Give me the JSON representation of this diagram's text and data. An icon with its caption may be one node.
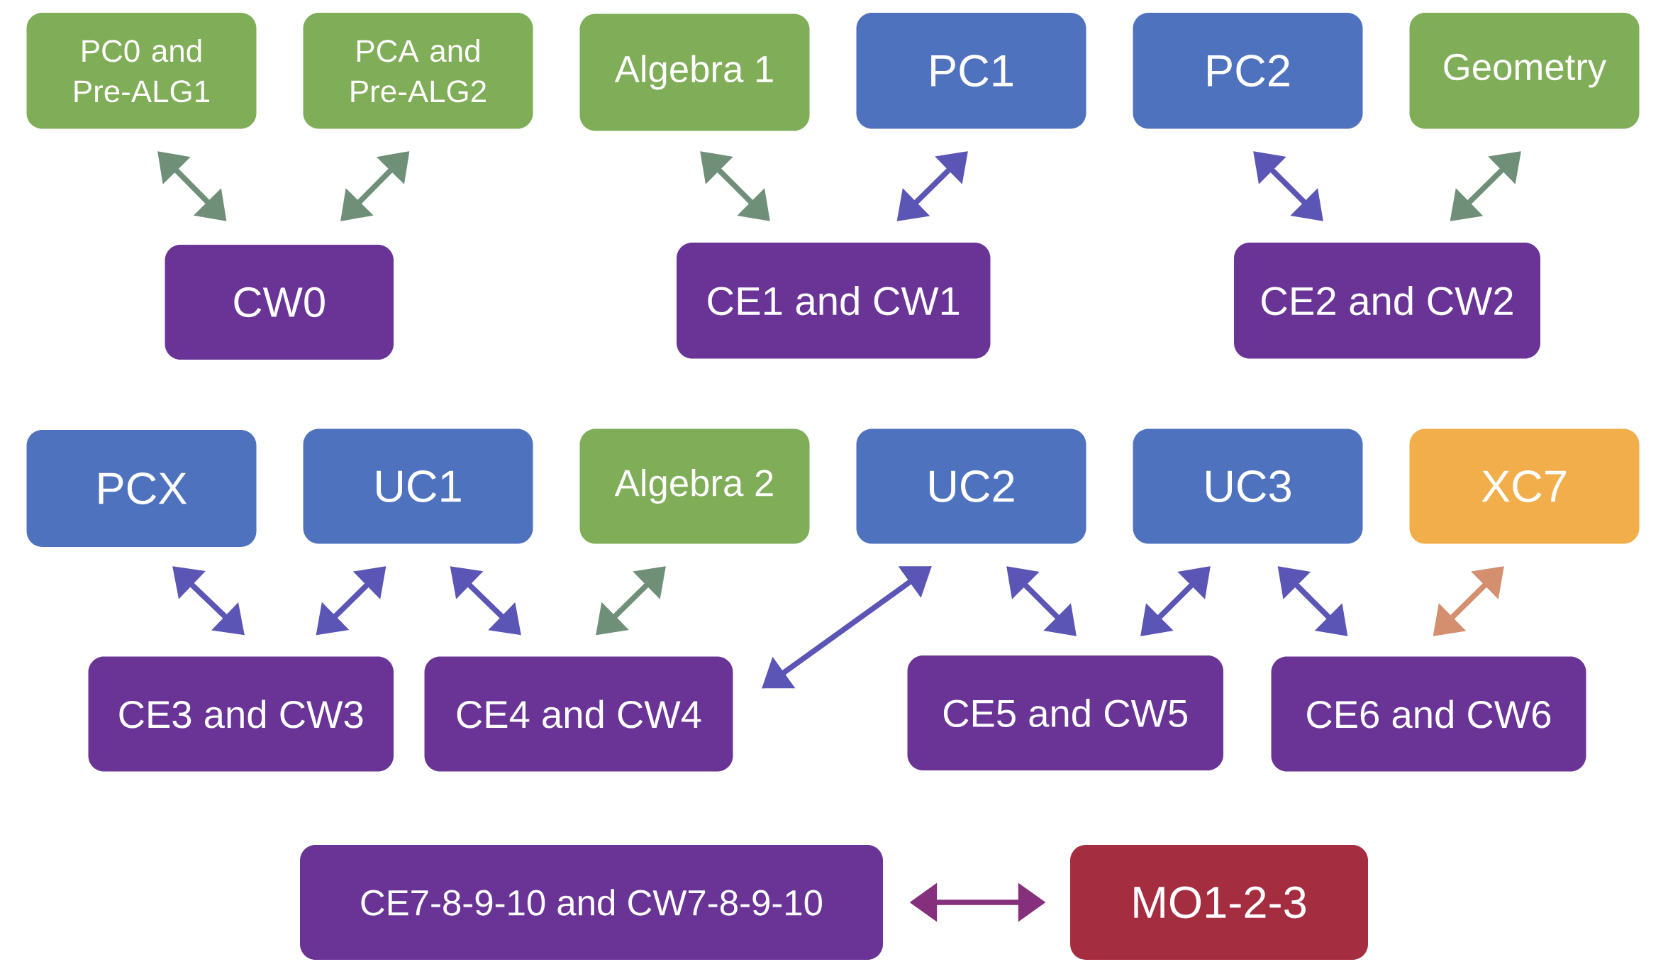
{
  "diagram": {
    "nodes": [
      {
        "text": [
          "PC0 and Pre-ALG1"
        ]
      },
      {
        "text": [
          "PCA and Pre-ALG2"
        ]
      },
      {
        "text": [
          "Algebra 1"
        ]
      },
      {
        "text": [
          "PC1"
        ]
      },
      {
        "text": [
          "PC2"
        ]
      },
      {
        "text": [
          "Geometry"
        ]
      },
      {
        "text": [
          "CW0"
        ]
      },
      {
        "text": [
          "CE1 and CW1"
        ]
      },
      {
        "text": [
          "CE2 and CW2"
        ]
      },
      {
        "text": [
          "PCX"
        ]
      },
      {
        "text": [
          "UC1"
        ]
      },
      {
        "text": [
          "Algebra 2"
        ]
      },
      {
        "text": [
          "UC2"
        ]
      },
      {
        "text": [
          "UC3"
        ]
      },
      {
        "text": [
          "XC7"
        ]
      },
      {
        "text": [
          "CE3 and CW3"
        ]
      },
      {
        "text": [
          "CE4 and CW4"
        ]
      },
      {
        "text": [
          "CE5 and CW5"
        ]
      },
      {
        "text": [
          "CE6 and CW6"
        ]
      },
      {
        "text": [
          "CE7-8-9-10 and CW7-8-9-10"
        ]
      },
      {
        "text": [
          "MO1-2-3"
        ]
      }
    ],
    "edges": [
      {
        "from": 0,
        "to": 6,
        "arrow": "both",
        "color": "#6f8f78"
      },
      {
        "from": 1,
        "to": 6,
        "arrow": "both",
        "color": "#6f8f78"
      },
      {
        "from": 2,
        "to": 7,
        "arrow": "both",
        "color": "#6f8f78"
      },
      {
        "from": 3,
        "to": 7,
        "arrow": "both"
      },
      {
        "from": 4,
        "to": 8,
        "arrow": "both"
      },
      {
        "from": 5,
        "to": 8,
        "arrow": "both",
        "color": "#6f8f78"
      },
      {
        "from": 9,
        "to": 15,
        "arrow": "both"
      },
      {
        "from": 10,
        "to": 15,
        "arrow": "both"
      },
      {
        "from": 10,
        "to": 16,
        "arrow": "both"
      },
      {
        "from": 11,
        "to": 16,
        "arrow": "both",
        "color": "#6f8f78"
      },
      {
        "from": 12,
        "to": 16,
        "arrow": "both"
      },
      {
        "from": 12,
        "to": 17,
        "arrow": "both"
      },
      {
        "from": 13,
        "to": 17,
        "arrow": "both"
      },
      {
        "from": 13,
        "to": 18,
        "arrow": "both"
      },
      {
        "from": 14,
        "to": 18,
        "arrow": "both",
        "color": "#d48f6e"
      },
      {
        "from": 19,
        "to": 20,
        "arrow": "both",
        "color": "#862f7c"
      }
    ]
  }
}
